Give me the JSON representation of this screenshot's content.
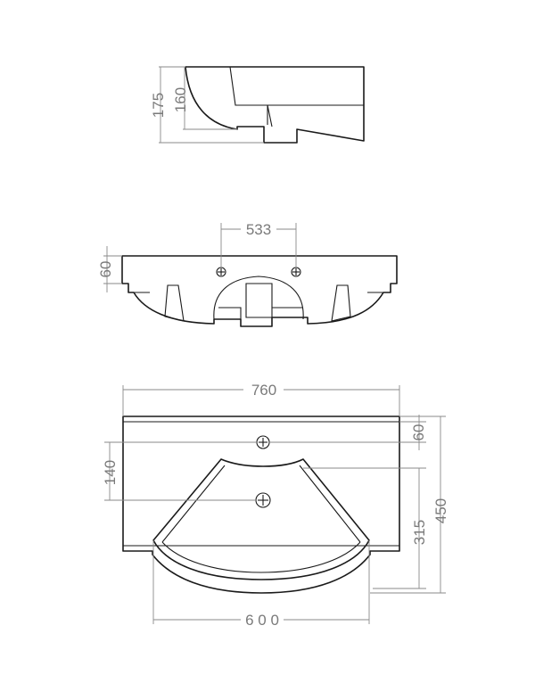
{
  "side_view": {
    "dim_total_height": "175",
    "dim_bowl_height": "160"
  },
  "front_view": {
    "dim_hole_spacing": "533",
    "dim_rim_height": "60"
  },
  "top_view": {
    "dim_width": "760",
    "dim_depth": "450",
    "dim_tap_offset": "60",
    "dim_bowl_depth": "315",
    "dim_hole_offset": "140",
    "dim_bowl_width": "6 0 0"
  },
  "colors": {
    "line": "#1a1a1a",
    "dimension": "#8a8a8a"
  }
}
